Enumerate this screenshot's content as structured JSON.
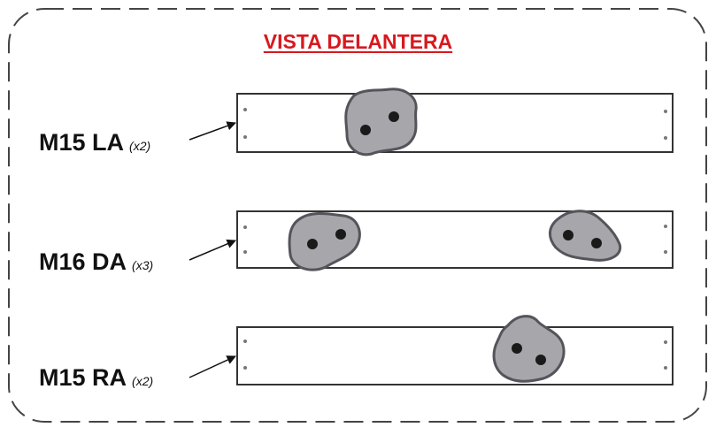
{
  "title": "VISTA DELANTERA",
  "title_color": "#d7191f",
  "rows": [
    {
      "name": "M15 LA",
      "qty": "(x2)",
      "holds": 1
    },
    {
      "name": "M16 DA",
      "qty": "(x3)",
      "holds": 2
    },
    {
      "name": "M15 RA",
      "qty": "(x2)",
      "holds": 1
    }
  ],
  "colors": {
    "hold_fill": "#a7a6ab",
    "hold_edge": "#55545a",
    "line": "#333333",
    "border": "#444444"
  }
}
